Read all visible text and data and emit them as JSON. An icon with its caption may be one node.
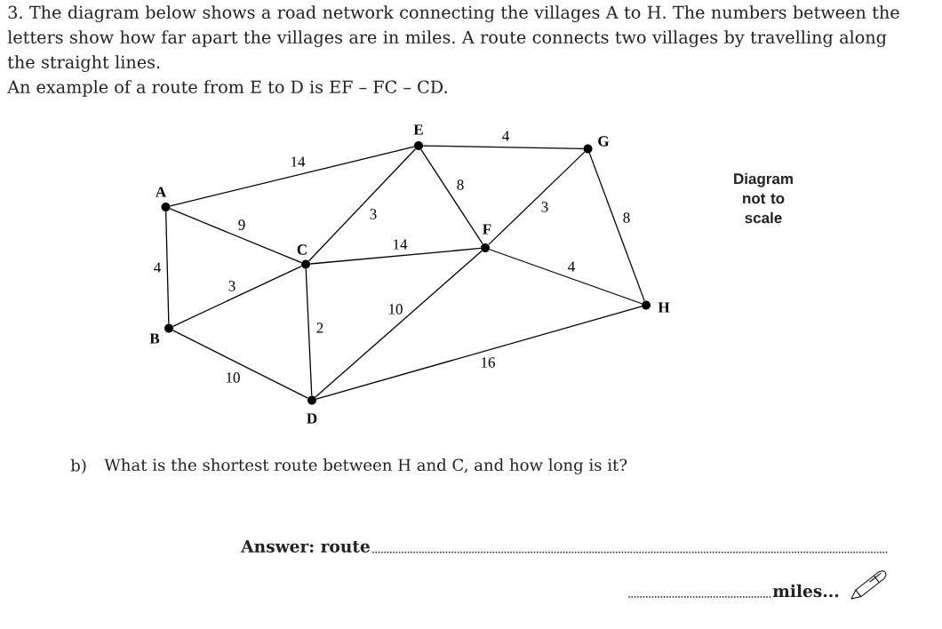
{
  "diagram": {
    "nodes": [
      {
        "text": [
          "A"
        ]
      },
      {
        "text": [
          "B"
        ]
      },
      {
        "text": [
          "C"
        ]
      },
      {
        "text": [
          "D"
        ]
      },
      {
        "text": [
          "E"
        ]
      },
      {
        "text": [
          "F"
        ]
      },
      {
        "text": [
          "G"
        ]
      },
      {
        "text": [
          "H"
        ]
      }
    ],
    "edges": [
      {
        "from": 0,
        "to": 4,
        "arrow": "none",
        "label": "14"
      },
      {
        "from": 0,
        "to": 2,
        "arrow": "none",
        "label": "9"
      },
      {
        "from": 0,
        "to": 1,
        "arrow": "none",
        "label": "4"
      },
      {
        "from": 1,
        "to": 2,
        "arrow": "none",
        "label": "3"
      },
      {
        "from": 1,
        "to": 3,
        "arrow": "none",
        "label": "10"
      },
      {
        "from": 2,
        "to": 4,
        "arrow": "none",
        "label": "3"
      },
      {
        "from": 2,
        "to": 5,
        "arrow": "none",
        "label": "14"
      },
      {
        "from": 2,
        "to": 3,
        "arrow": "none",
        "label": "2"
      },
      {
        "from": 3,
        "to": 5,
        "arrow": "none",
        "label": "10"
      },
      {
        "from": 3,
        "to": 7,
        "arrow": "none",
        "label": "16"
      },
      {
        "from": 4,
        "to": 6,
        "arrow": "none",
        "label": "4"
      },
      {
        "from": 4,
        "to": 5,
        "arrow": "none",
        "label": "8"
      },
      {
        "from": 5,
        "to": 6,
        "arrow": "none",
        "label": "3"
      },
      {
        "from": 5,
        "to": 7,
        "arrow": "none",
        "label": "4"
      },
      {
        "from": 6,
        "to": 7,
        "arrow": "none",
        "label": "8"
      }
    ],
    "labels": [
      "3. The diagram below shows a road network connecting the villages A to H. The numbers between the letters show how far apart the villages are in miles. A route connects two villages by travelling along the straight lines.",
      "An example of a route from E to D is EF – FC – CD.",
      "Diagram not to scale",
      "b)",
      "What is the shortest route between H and C, and how long is it?",
      "Answer: route",
      "miles..."
    ]
  }
}
